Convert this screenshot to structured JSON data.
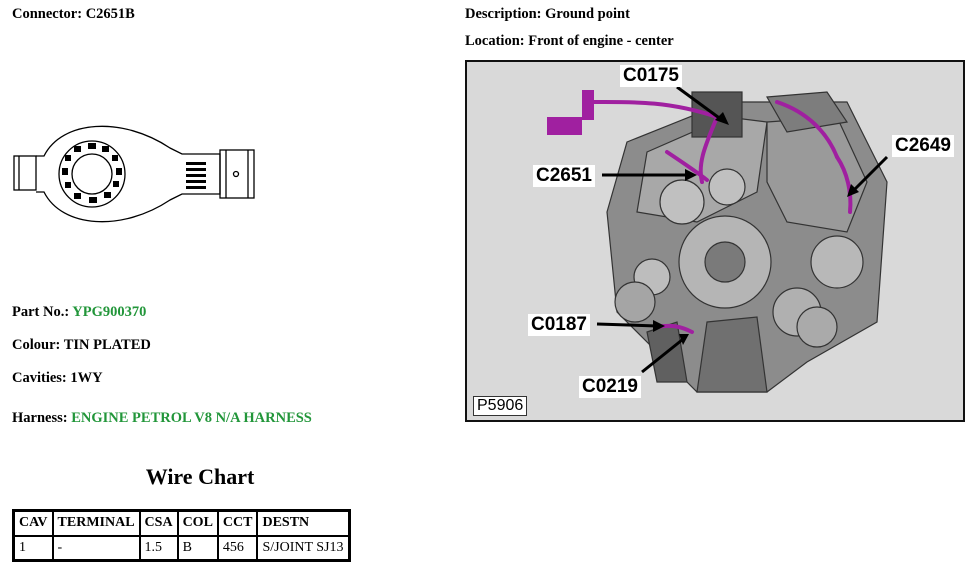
{
  "connector": {
    "label": "Connector:",
    "value": "C2651B"
  },
  "description": {
    "label": "Description:",
    "value": "Ground point"
  },
  "location": {
    "label": "Location:",
    "value": "Front of engine - center"
  },
  "part_no": {
    "label": "Part No.:",
    "value": "YPG900370"
  },
  "colour": {
    "label": "Colour:",
    "value": "TIN PLATED"
  },
  "cavities": {
    "label": "Cavities:",
    "value": "1WY"
  },
  "harness": {
    "label": "Harness:",
    "value": "ENGINE PETROL V8 N/A HARNESS"
  },
  "figure": {
    "id": "P5906",
    "callouts": [
      "C0175",
      "C2649",
      "C2651",
      "C0187",
      "C0219"
    ],
    "highlight_color": "#a020a0"
  },
  "wire_chart": {
    "title": "Wire Chart",
    "headers": [
      "CAV",
      "TERMINAL",
      "CSA",
      "COL",
      "CCT",
      "DESTN"
    ],
    "rows": [
      [
        "1",
        "-",
        "1.5",
        "B",
        "456",
        "S/JOINT SJ13"
      ]
    ]
  },
  "colors": {
    "link_green": "#22963a"
  }
}
